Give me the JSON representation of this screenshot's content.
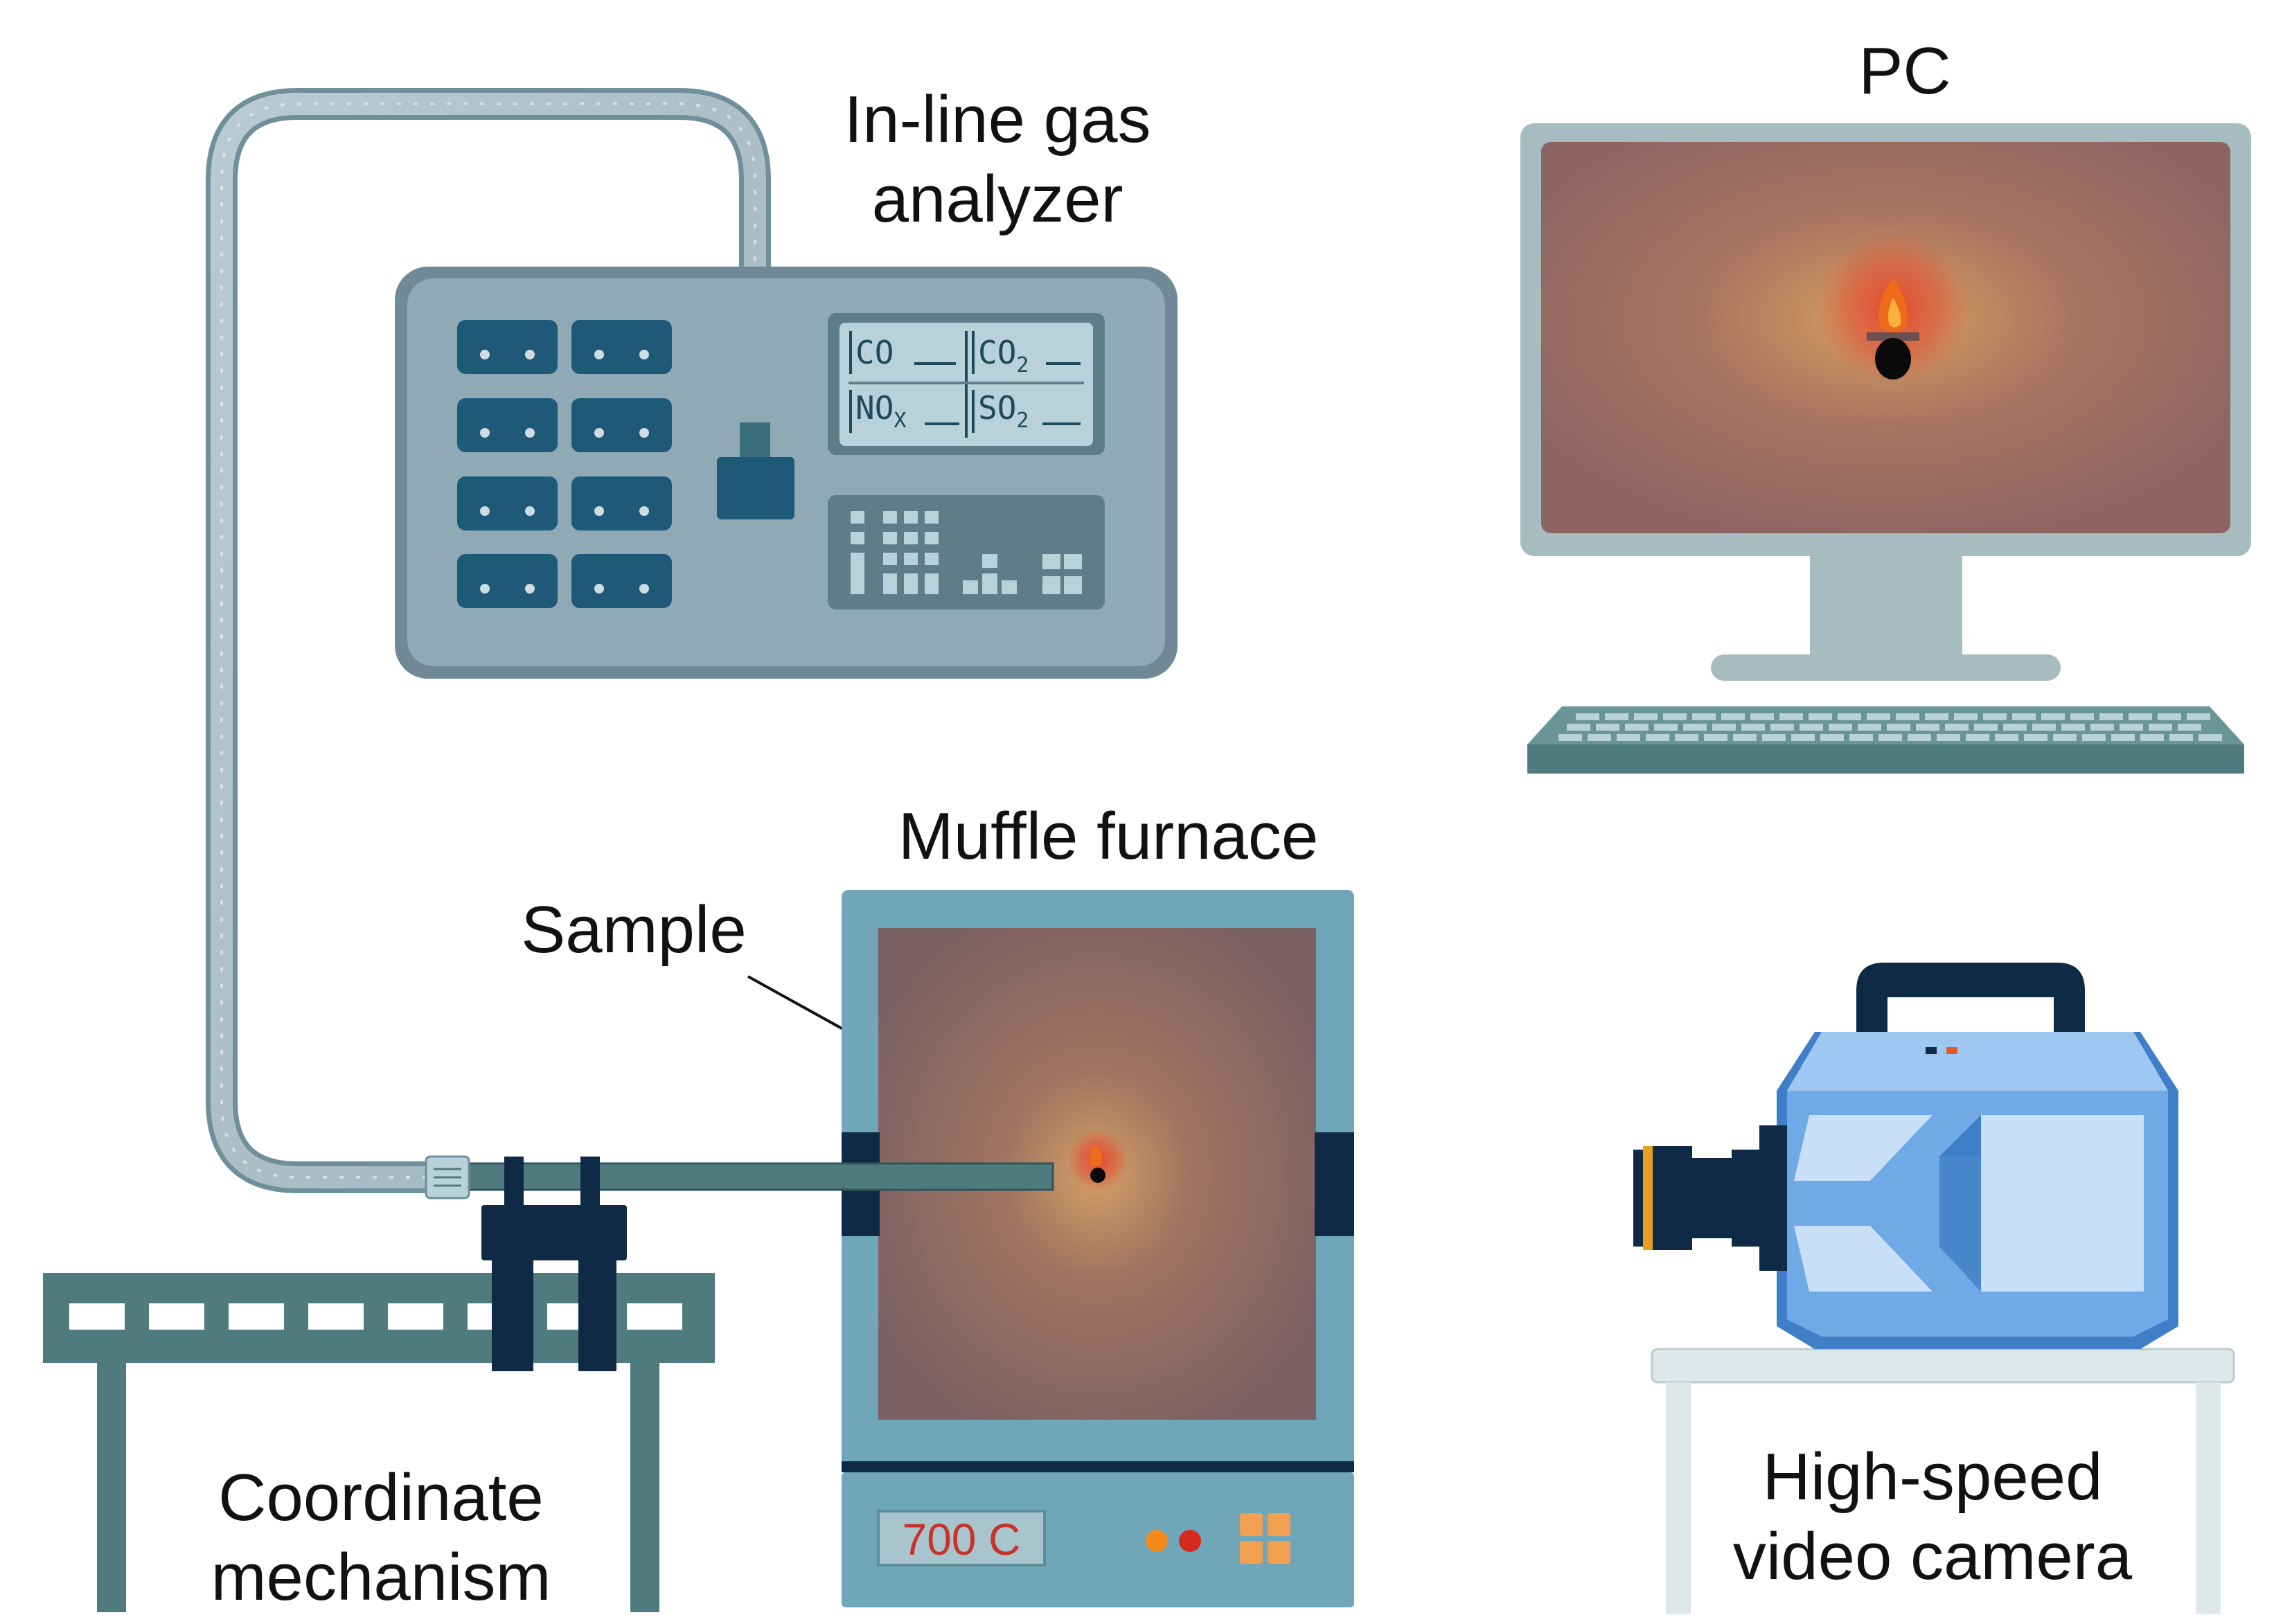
{
  "labels": {
    "gas_analyzer_line1": "In-line gas",
    "gas_analyzer_line2": "analyzer",
    "pc": "PC",
    "muffle_furnace": "Muffle furnace",
    "sample": "Sample",
    "coordinate_line1": "Coordinate",
    "coordinate_line2": "mechanism",
    "camera_line1": "High-speed",
    "camera_line2": "video camera"
  },
  "analyzer_display": {
    "co": "CO",
    "co2": "CO",
    "co2_sub": "2",
    "nox": "NO",
    "nox_sub": "X",
    "so2": "SO",
    "so2_sub": "2"
  },
  "furnace_display": {
    "temperature": "700 C"
  },
  "colors": {
    "analyzer_body": "#8fa9b5",
    "connector_blue": "#1e5a78",
    "furnace_frame": "#6fa7b8",
    "furnace_chamber": "#7a5f63",
    "mechanism": "#4f7b7e",
    "camera_body": "#6fa9e6",
    "monitor_frame": "#a7bcc0",
    "keyboard": "#4f7b7e",
    "flame": "#f06a1c"
  }
}
